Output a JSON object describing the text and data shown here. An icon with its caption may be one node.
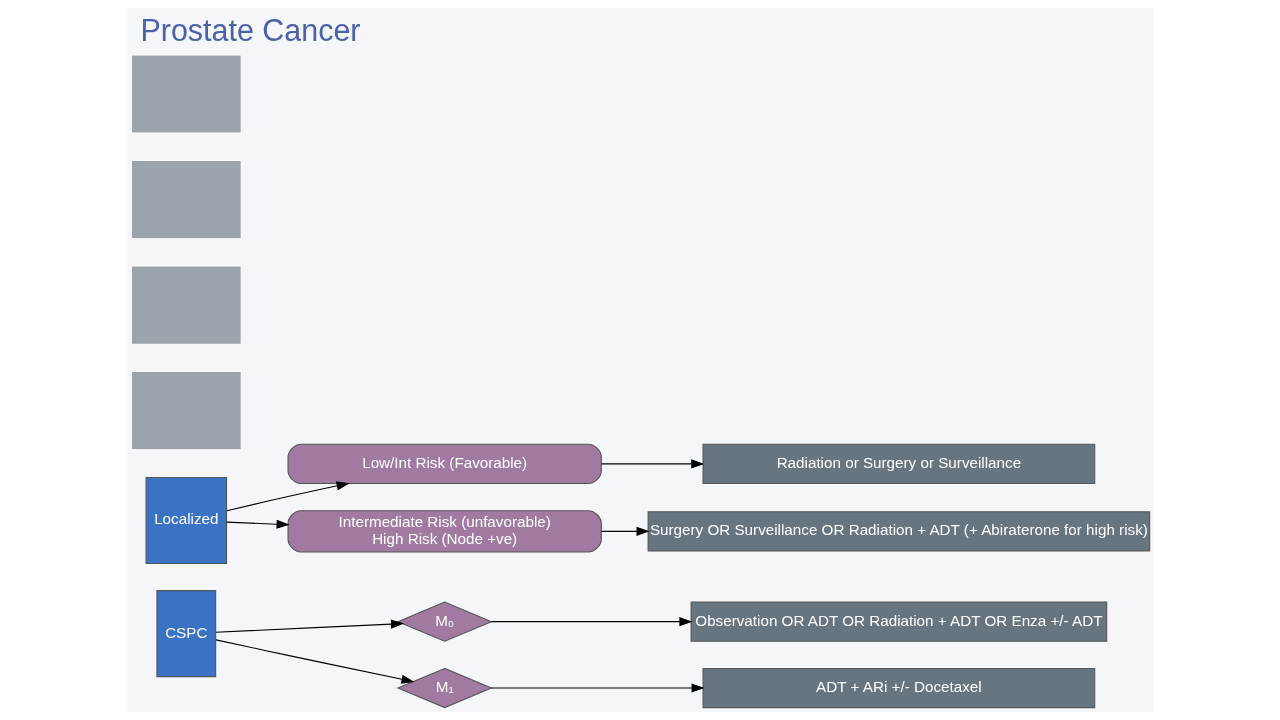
{
  "diagram": {
    "title": "Prostate Cancer",
    "nodes": [
      {
        "text": [
          "Localized"
        ]
      },
      {
        "text": [
          "Low/Int Risk (Favorable)"
        ]
      },
      {
        "text": [
          "Intermediate Risk (unfavorable)",
          "High Risk (Node +ve)"
        ]
      },
      {
        "text": [
          "Radiation or Surgery or Surveillance"
        ]
      },
      {
        "text": [
          "Surgery OR Surveillance OR Radiation + ADT (+ Abiraterone for high risk)"
        ]
      },
      {
        "text": [
          "CSPC"
        ]
      },
      {
        "text": [
          "M₀"
        ]
      },
      {
        "text": [
          "M₁"
        ]
      },
      {
        "text": [
          "Observation OR ADT OR Radiation + ADT OR Enza +/- ADT"
        ]
      },
      {
        "text": [
          "ADT + ARi +/- Docetaxel"
        ]
      },
      {
        "text": [],
        "shape": "box"
      },
      {
        "text": [],
        "shape": "box"
      },
      {
        "text": [],
        "shape": "box"
      },
      {
        "text": [],
        "shape": "box"
      }
    ],
    "edges": [
      {
        "from": 0,
        "to": 1,
        "arrow": "to"
      },
      {
        "from": 0,
        "to": 2,
        "arrow": "to"
      },
      {
        "from": 1,
        "to": 3,
        "arrow": "to"
      },
      {
        "from": 2,
        "to": 4,
        "arrow": "to"
      },
      {
        "from": 5,
        "to": 6,
        "arrow": "to"
      },
      {
        "from": 5,
        "to": 7,
        "arrow": "to"
      },
      {
        "from": 6,
        "to": 8,
        "arrow": "to"
      },
      {
        "from": 7,
        "to": 9,
        "arrow": "to"
      }
    ]
  }
}
